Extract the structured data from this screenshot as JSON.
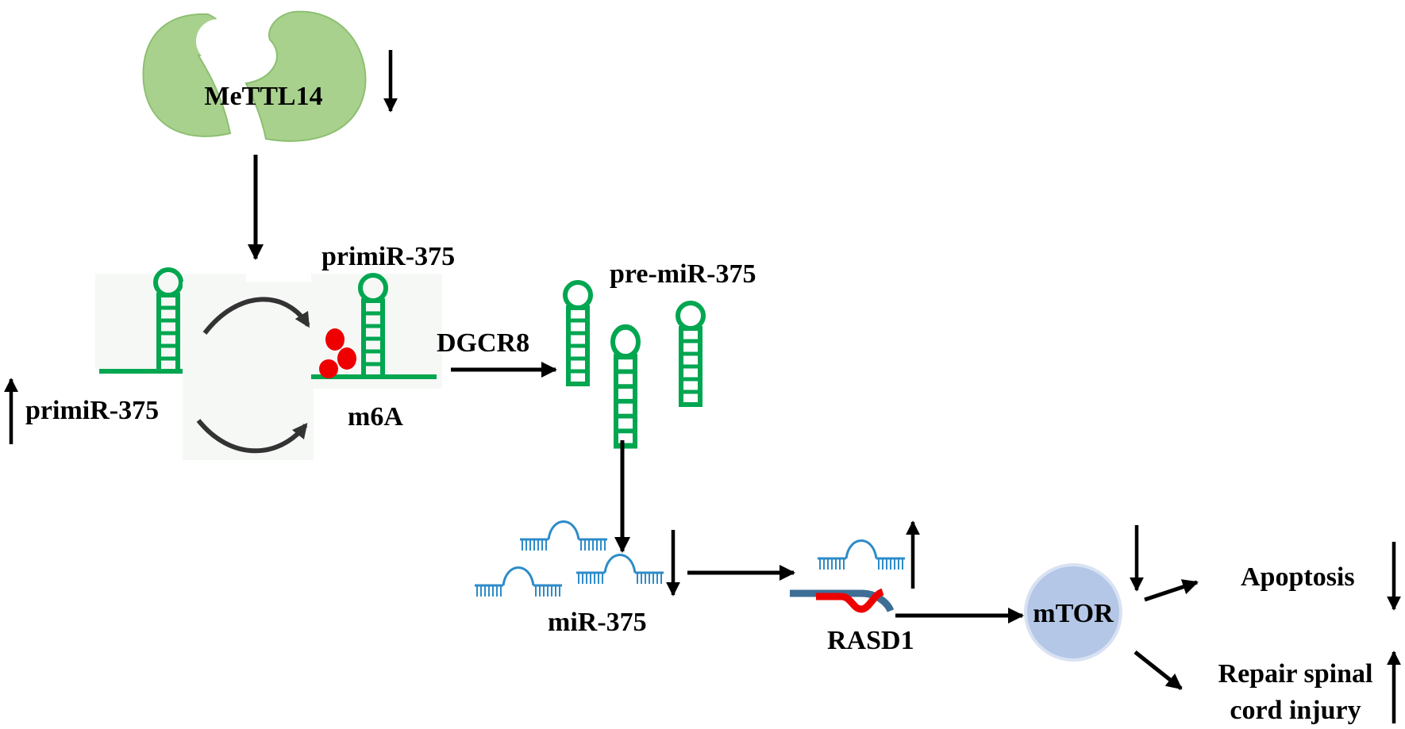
{
  "labels": {
    "enzyme": "MeTTL14",
    "primir_left": "primiR-375",
    "primir_top": "primiR-375",
    "m6a": "m6A",
    "dgcr8": "DGCR8",
    "pre_mir": "pre-miR-375",
    "mir": "miR-375",
    "rasd1": "RASD1",
    "mtor": "mTOR",
    "apoptosis": "Apoptosis",
    "repair_line1": "Repair spinal",
    "repair_line2": "cord injury"
  },
  "colors": {
    "enzyme_fill": "#a9d18e",
    "rna_green": "#00a650",
    "m6a_red": "#ee0000",
    "mirna_blue": "#2e8bc8",
    "mrna_blue": "#3d6e96",
    "mtor_fill": "#b4c7e7",
    "arrow": "#000000",
    "curved_arrow": "#333333"
  },
  "regulation": {
    "enzyme": "down",
    "primir": "up",
    "mir": "down",
    "rasd1": "up",
    "mtor": "down",
    "apoptosis": "down",
    "repair": "up"
  }
}
